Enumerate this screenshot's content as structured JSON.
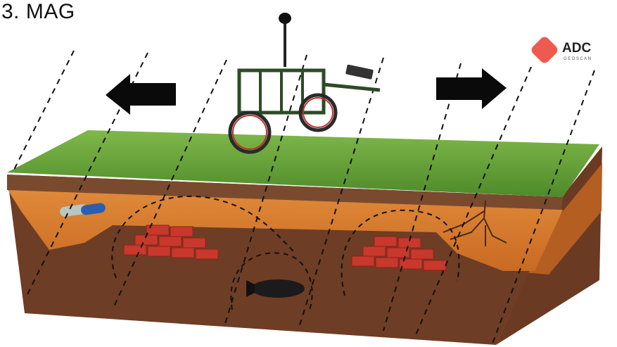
{
  "title": "3. MAG",
  "logo": {
    "name": "ADC",
    "subtitle": "GEOSCAN",
    "color": "#ee5a4f"
  },
  "icons": [
    "arrow-left-icon",
    "arrow-right-icon",
    "logo-icon"
  ]
}
